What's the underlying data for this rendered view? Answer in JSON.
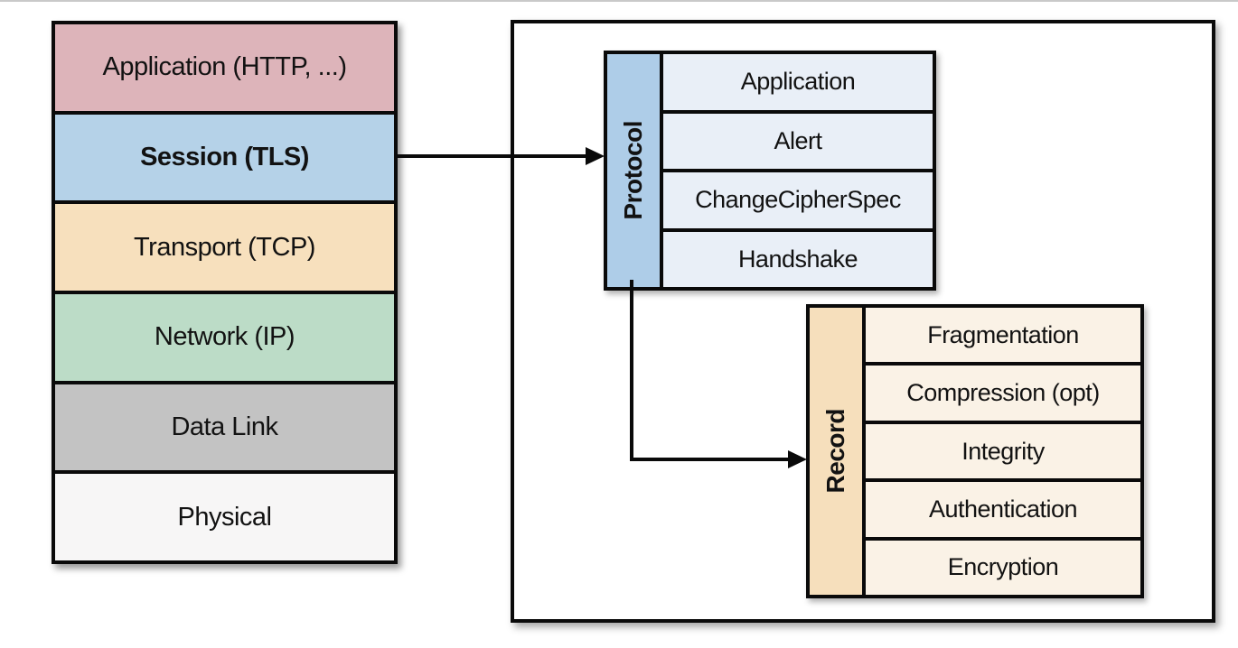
{
  "figure": {
    "description": "TLS layer diagram: network layer stack with Session (TLS) expanded into Protocol and Record sub-layers"
  },
  "colors": {
    "page_top_rule": "#c9c9c9",
    "line_black": "#0a0a0a",
    "text": "#121212",
    "application_pink": "#ddb4ba",
    "session_blue": "#b5d2e8",
    "transport_tan": "#f7e0bd",
    "network_green": "#bcdcc7",
    "datalink_gray": "#c3c3c3",
    "physical_white": "#f7f6f6",
    "protocol_side_blue": "#aecde8",
    "protocol_row_blue": "#e9eff7",
    "record_side_tan": "#f6dfbc",
    "record_row_cream": "#faf2e6"
  },
  "left_stack": {
    "layers": [
      {
        "label": "Application (HTTP, ...)",
        "bg": "#ddb4ba",
        "bold": false
      },
      {
        "label": "Session (TLS)",
        "bg": "#b5d2e8",
        "bold": true
      },
      {
        "label": "Transport (TCP)",
        "bg": "#f7e0bd",
        "bold": false
      },
      {
        "label": "Network (IP)",
        "bg": "#bcdcc7",
        "bold": false
      },
      {
        "label": "Data Link",
        "bg": "#c3c3c3",
        "bold": false
      },
      {
        "label": "Physical",
        "bg": "#f7f6f6",
        "bold": false
      }
    ]
  },
  "protocol_box": {
    "side_label": "Protocol",
    "rows": [
      {
        "label": "Application"
      },
      {
        "label": "Alert"
      },
      {
        "label": "ChangeCipherSpec"
      },
      {
        "label": "Handshake"
      }
    ]
  },
  "record_box": {
    "side_label": "Record",
    "rows": [
      {
        "label": "Fragmentation"
      },
      {
        "label": "Compression (opt)"
      },
      {
        "label": "Integrity"
      },
      {
        "label": "Authentication"
      },
      {
        "label": "Encryption"
      }
    ]
  }
}
